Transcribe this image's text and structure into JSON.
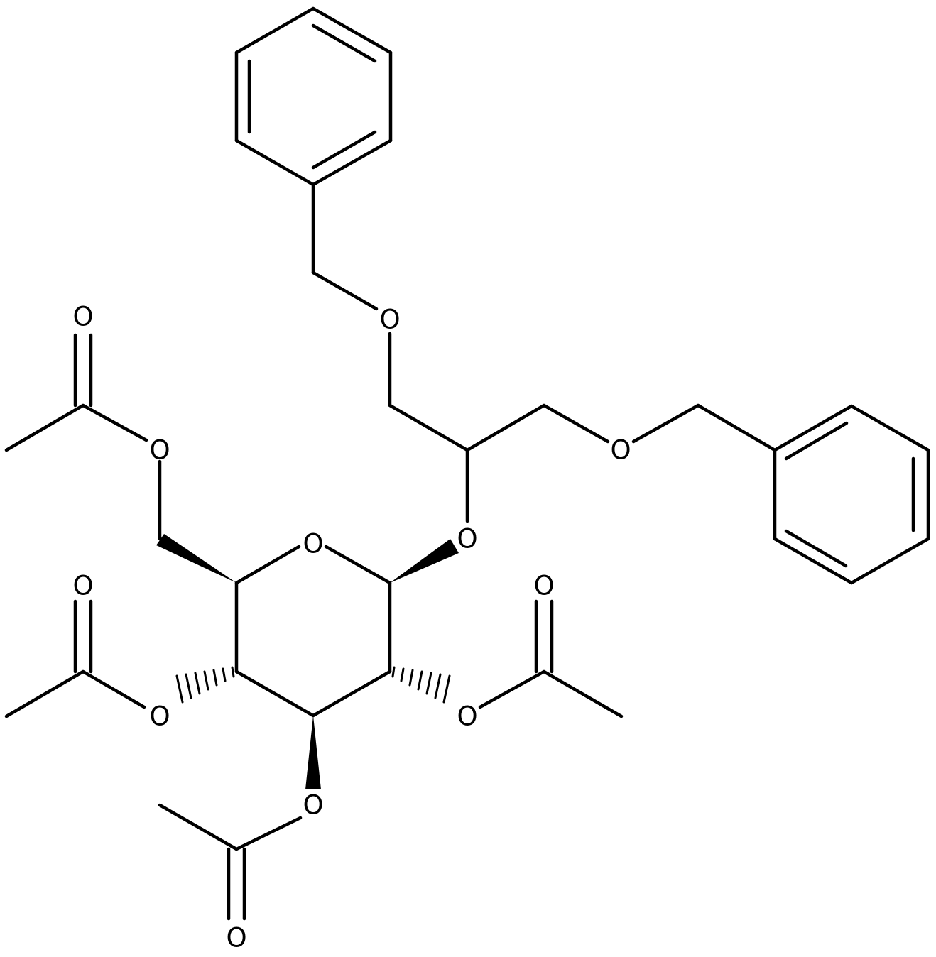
{
  "molecule": {
    "atom_labels": {
      "o_ether_top": "O",
      "o_ether_right": "O",
      "o_glycosidic": "O",
      "o_ring": "O",
      "o_c6_ester": "O",
      "o_c6_carbonyl": "O",
      "o_c4_ester": "O",
      "o_c4_carbonyl": "O",
      "o_c3_ester": "O",
      "o_c3_carbonyl": "O",
      "o_c2_ester": "O",
      "o_c2_carbonyl": "O"
    }
  }
}
